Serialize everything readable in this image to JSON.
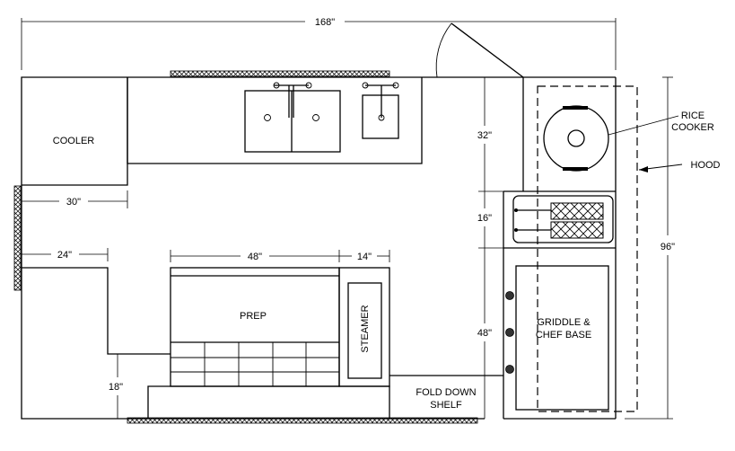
{
  "dimensions": {
    "overall_width": "168\"",
    "cooler_depth": "30\"",
    "left_offset": "24\"",
    "prep_width": "48\"",
    "steamer_width": "14\"",
    "bottom_depth": "18\"",
    "rice_cooker_depth": "32\"",
    "fryer_depth": "16\"",
    "griddle_depth": "48\"",
    "hood_length": "96\""
  },
  "labels": {
    "cooler": "COOLER",
    "prep": "PREP",
    "steamer": "STEAMER",
    "fold_down_line1": "FOLD DOWN",
    "fold_down_line2": "SHELF",
    "griddle_line1": "GRIDDLE &",
    "griddle_line2": "CHEF BASE",
    "rice_line1": "RICE",
    "rice_line2": "COOKER",
    "hood": "HOOD"
  }
}
